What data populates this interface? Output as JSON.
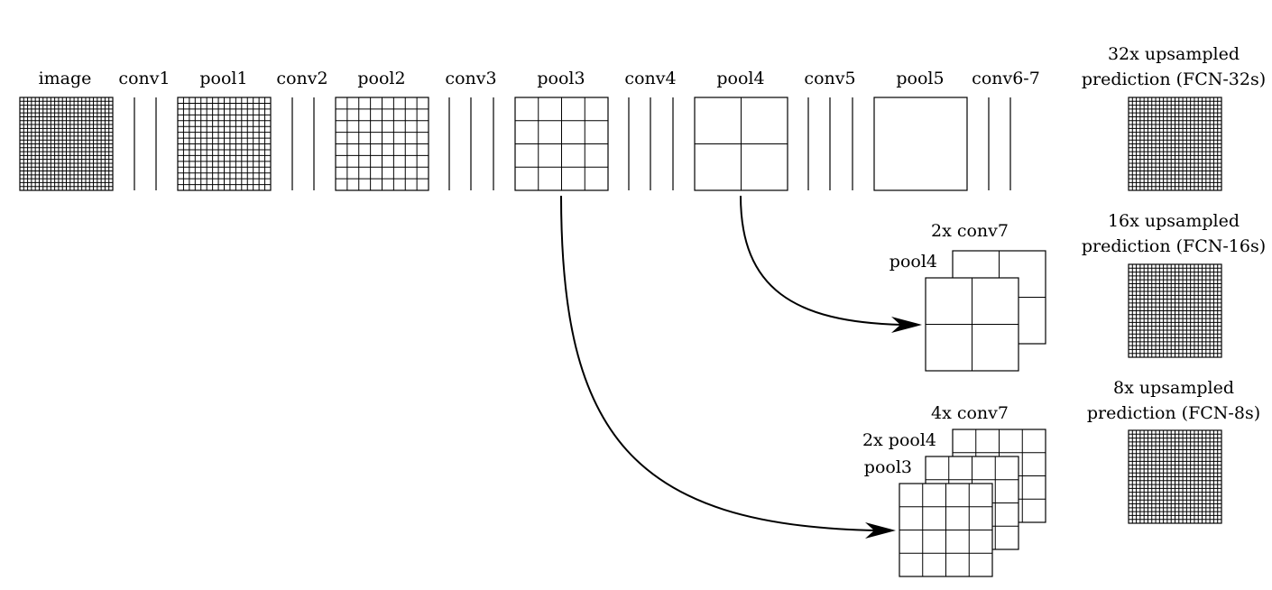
{
  "labels": {
    "image": "image",
    "conv1": "conv1",
    "pool1": "pool1",
    "conv2": "conv2",
    "pool2": "pool2",
    "conv3": "conv3",
    "pool3": "pool3",
    "conv4": "conv4",
    "pool4": "pool4",
    "conv5": "conv5",
    "pool5": "pool5",
    "conv67": "conv6-7"
  },
  "outputs": {
    "fcn32_line1": "32x upsampled",
    "fcn32_line2": "prediction (FCN-32s)",
    "fcn16_line1": "16x upsampled",
    "fcn16_line2": "prediction (FCN-16s)",
    "fcn8_line1": "8x upsampled",
    "fcn8_line2": "prediction (FCN-8s)"
  },
  "fusion16": {
    "conv7_label": "2x conv7",
    "pool4_label": "pool4"
  },
  "fusion8": {
    "conv7_label": "4x conv7",
    "pool4_label": "2x pool4",
    "pool3_label": "pool3"
  },
  "colors": {
    "stroke": "#000000",
    "background": "#ffffff"
  }
}
